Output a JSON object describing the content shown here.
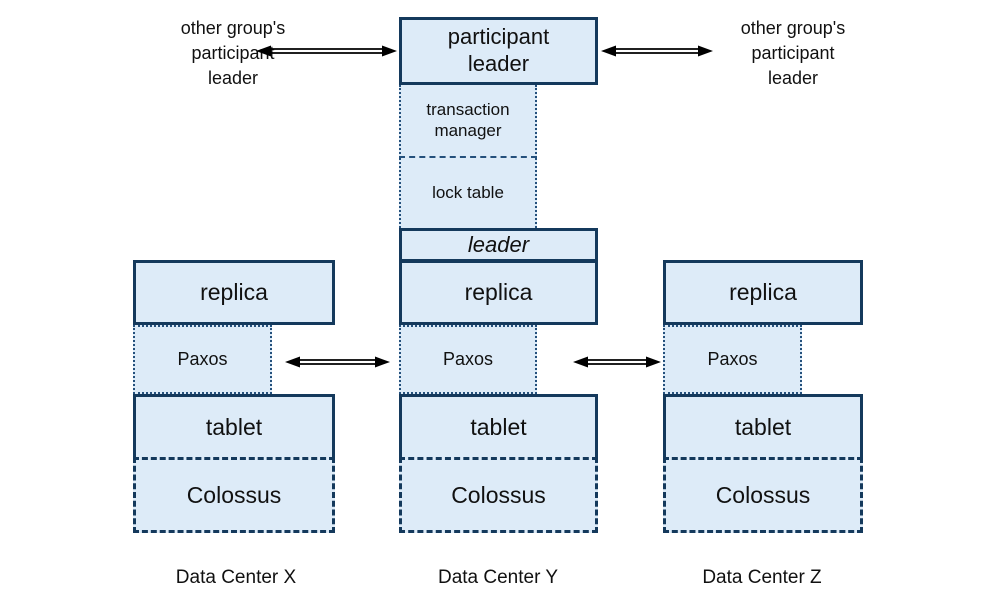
{
  "boxes": {
    "participant_leader": "participant\nleader",
    "transaction_manager": "transaction\nmanager",
    "lock_table": "lock table",
    "leader": "leader"
  },
  "notes": {
    "left": "other group's\nparticipant\nleader",
    "right": "other group's\nparticipant\nleader"
  },
  "columns": [
    {
      "replica": "replica",
      "paxos": "Paxos",
      "tablet": "tablet",
      "colossus": "Colossus",
      "label": "Data Center X"
    },
    {
      "replica": "replica",
      "paxos": "Paxos",
      "tablet": "tablet",
      "colossus": "Colossus",
      "label": "Data Center Y"
    },
    {
      "replica": "replica",
      "paxos": "Paxos",
      "tablet": "tablet",
      "colossus": "Colossus",
      "label": "Data Center Z"
    }
  ],
  "icons": {
    "arrows": "double-line-arrow-both-ends"
  },
  "colors": {
    "box_fill": "#ddebf8",
    "box_border": "#14395c",
    "dotted_border": "#24507c",
    "arrow": "#000000",
    "background": "#ffffff"
  }
}
